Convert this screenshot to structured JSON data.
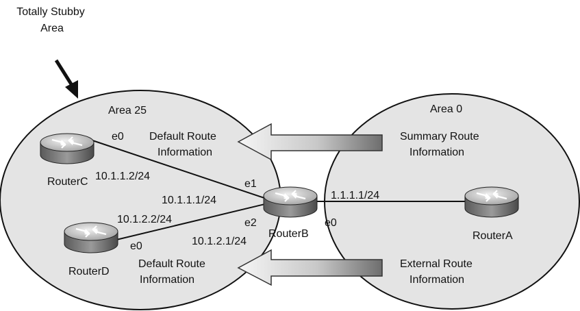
{
  "callout": {
    "line1": "Totally Stubby",
    "line2": "Area"
  },
  "areas": {
    "left": "Area 25",
    "right": "Area 0"
  },
  "routers": {
    "a": "RouterA",
    "b": "RouterB",
    "c": "RouterC",
    "d": "RouterD"
  },
  "interfaces": {
    "c_e0": "e0",
    "d_e0": "e0",
    "b_e1": "e1",
    "b_e2": "e2",
    "b_e0": "e0"
  },
  "addresses": {
    "c": "10.1.1.2/24",
    "b_e1": "10.1.1.1/24",
    "d": "10.1.2.2/24",
    "b_e2": "10.1.2.1/24",
    "b_e0": "1.1.1.1/24"
  },
  "arrows": {
    "top_left": {
      "line1": "Default Route",
      "line2": "Information"
    },
    "top_right": {
      "line1": "Summary Route",
      "line2": "Information"
    },
    "bottom_left": {
      "line1": "Default Route",
      "line2": "Information"
    },
    "bottom_right": {
      "line1": "External Route",
      "line2": "Information"
    }
  },
  "colors": {
    "area_fill": "#e4e4e4",
    "outline": "#111111",
    "arrow_light": "#f4f4f4",
    "arrow_dark": "#7a7a7a"
  }
}
